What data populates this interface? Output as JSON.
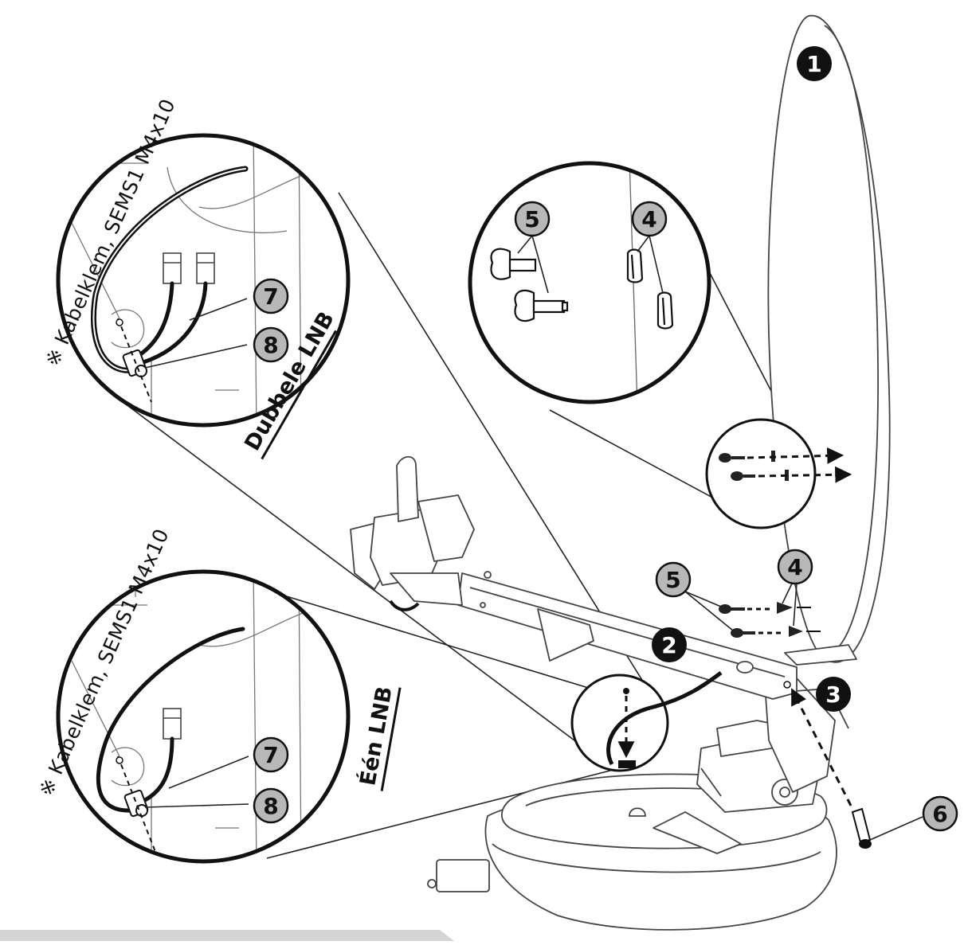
{
  "callouts": {
    "dish": "1",
    "arm": "2",
    "hinge": "3",
    "washer": "4",
    "screw": "5",
    "pin": "6",
    "cable_clip": "7",
    "clip_screw": "8"
  },
  "labels": {
    "clip_spec": "※ Kabelklem, SEMS1 M4x10",
    "double_lnb": "Dubbele LNB",
    "single_lnb": "Één LNB"
  },
  "colors": {
    "ink": "#111111",
    "badge_gray": "#b8b8b8",
    "badge_dark": "#111111",
    "line": "#333333",
    "footer_bar": "#d5d5d5"
  }
}
